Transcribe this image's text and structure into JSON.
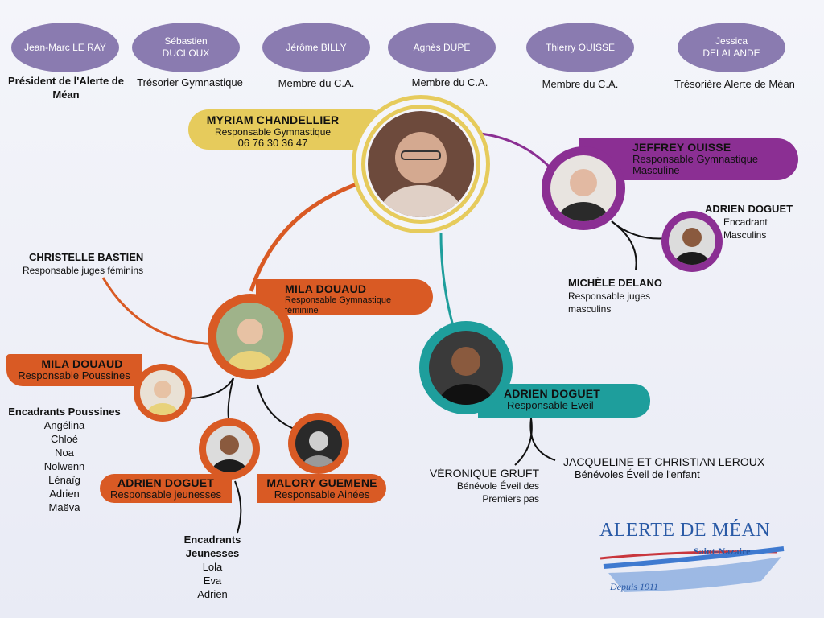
{
  "board": [
    {
      "name": "Jean-Marc LE RAY",
      "role": "Président de l'Alerte de Méan"
    },
    {
      "name": "Sébastien DUCLOUX",
      "role": "Trésorier Gymnastique"
    },
    {
      "name": "Jérôme BILLY",
      "role": "Membre du C.A."
    },
    {
      "name": "Agnès DUPE",
      "role": "Membre du C.A."
    },
    {
      "name": "Thierry OUISSE",
      "role": "Membre du C.A."
    },
    {
      "name": "Jessica DELALANDE",
      "role": "Trésorière Alerte de Méan"
    }
  ],
  "central": {
    "name": "MYRIAM CHANDELLIER",
    "role": "Responsable Gymnastique",
    "phone": "06 76 30 36 47"
  },
  "jeffrey": {
    "name": "JEFFREY OUISSE",
    "role": "Responsable Gymnastique Masculine"
  },
  "adrien_masc": {
    "name": "ADRIEN DOGUET",
    "role_line1": "Encadrant",
    "role_line2": "Masculins"
  },
  "michele": {
    "name": "MICHÈLE DELANO",
    "role": "Responsable juges masculins"
  },
  "christelle": {
    "name": "CHRISTELLE BASTIEN",
    "role": "Responsable juges féminins"
  },
  "mila_fem": {
    "name": "MILA DOUAUD",
    "role": "Responsable Gymnastique féminine"
  },
  "mila_pouss": {
    "name": "MILA DOUAUD",
    "role": "Responsable Poussines"
  },
  "poussines": {
    "title": "Encadrants Poussines",
    "members": [
      "Angélina",
      "Chloé",
      "Noa",
      "Nolwenn",
      "Lénaïg",
      "Adrien",
      "Maëva"
    ]
  },
  "adrien_jeun": {
    "name": "ADRIEN DOGUET",
    "role": "Responsable jeunesses"
  },
  "jeunesses": {
    "title": "Encadrants Jeunesses",
    "members": [
      "Lola",
      "Eva",
      "Adrien"
    ]
  },
  "malory": {
    "name": "MALORY GUEMENE",
    "role": "Responsable Ainées"
  },
  "adrien_eveil": {
    "name": "ADRIEN DOGUET",
    "role": "Responsable Eveil"
  },
  "veronique": {
    "name": "VÉRONIQUE  GRUFT",
    "role_line1": "Bénévole Éveil des",
    "role_line2": "Premiers pas"
  },
  "jacqueline": {
    "name": "JACQUELINE ET CHRISTIAN LEROUX",
    "role": "Bénévoles Éveil de l'enfant"
  },
  "logo": {
    "title": "ALERTE DE MÉAN",
    "city": "Saint-Nazaire",
    "since": "Depuis 1911"
  },
  "colors": {
    "gold": "#e6cb5c",
    "purple": "#8b2f93",
    "orange": "#d95a24",
    "teal": "#1e9e9c",
    "lavender": "#8a7bb0"
  }
}
